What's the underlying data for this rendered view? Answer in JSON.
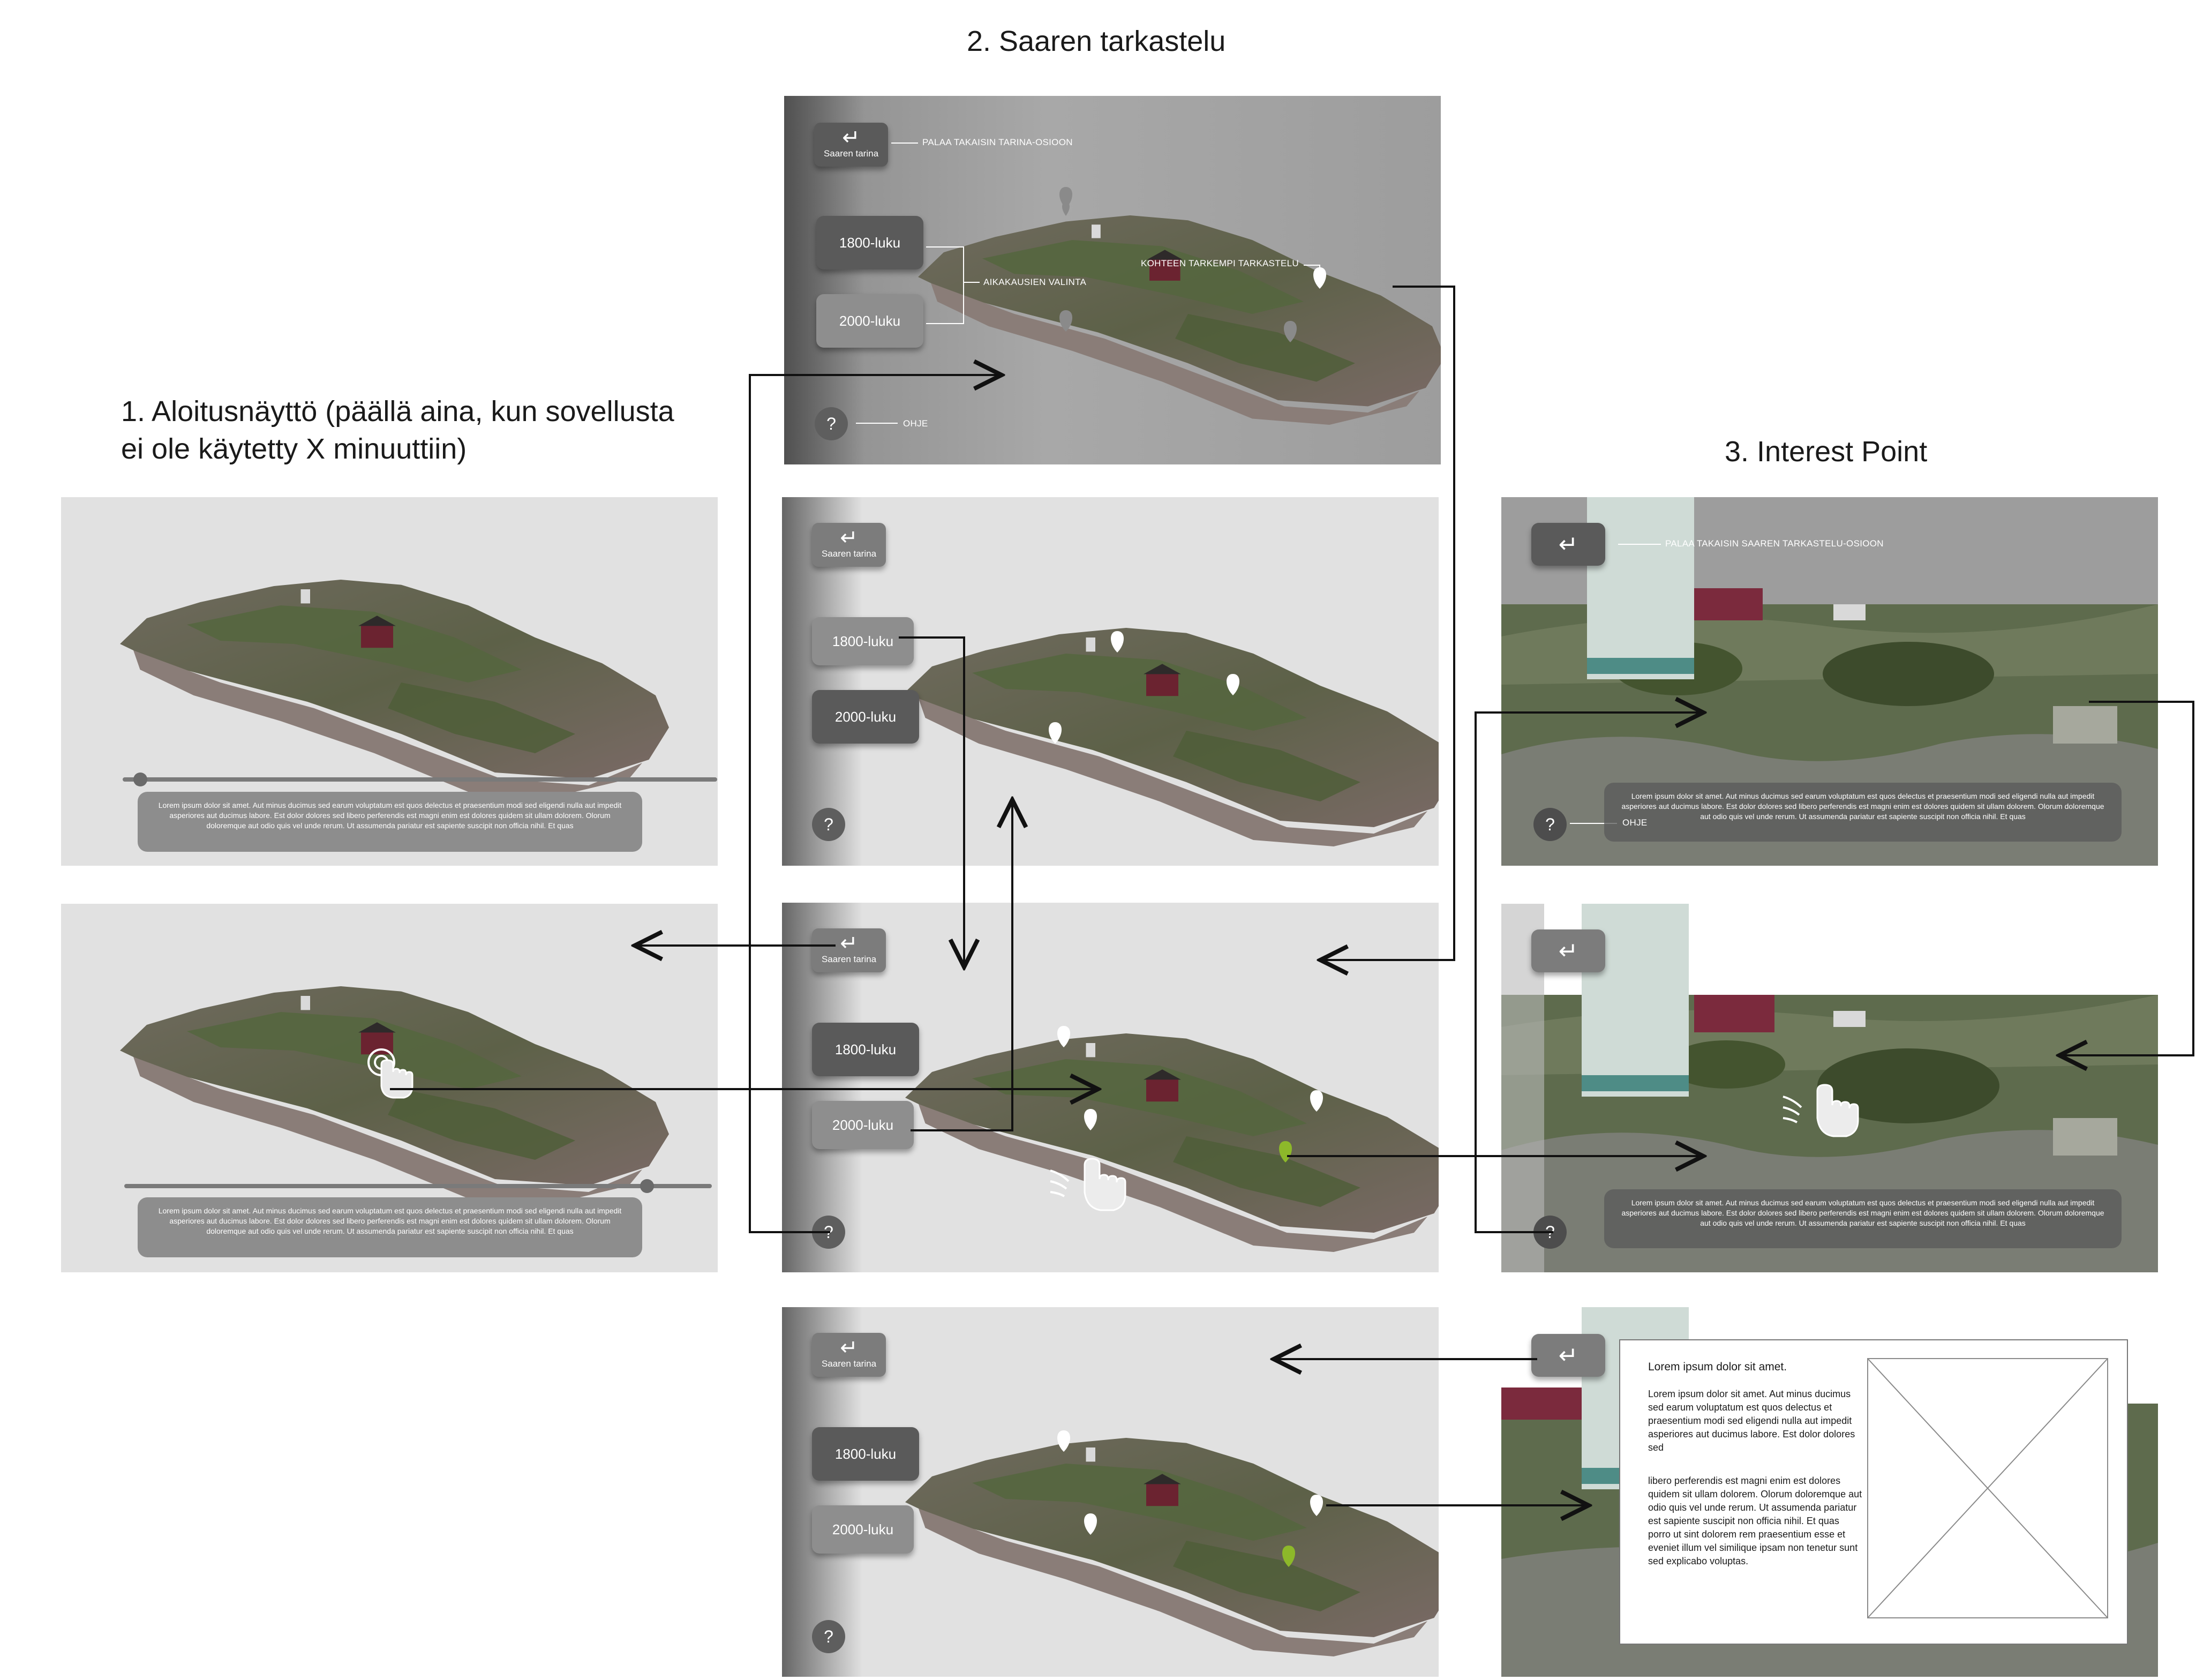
{
  "headings": {
    "section1_line1": "1. Aloitusnäyttö (päällä aina, kun sovellusta",
    "section1_line2": "ei ole käytetty X minuuttiin)",
    "section2": "2. Saaren tarkastelu",
    "section3": "3. Interest Point"
  },
  "buttons": {
    "story_label": "Saaren tarina",
    "back_arrow": "↵",
    "period_1800": "1800-luku",
    "period_2000": "2000-luku",
    "help": "?"
  },
  "annotations": {
    "back_to_story": "PALAA TAKAISIN TARINA-OSIOON",
    "period_select": "AIKAKAUSIEN VALINTA",
    "detail_view": "KOHTEEN TARKEMPI TARKASTELU",
    "help": "OHJE",
    "back_to_island": "PALAA TAKAISIN SAAREN TARKASTELU-OSIOON",
    "help_ip": "OHJE"
  },
  "lorem_short": "Lorem ipsum dolor sit amet. Aut minus ducimus sed earum voluptatum est quos delectus et praesentium modi sed eligendi nulla aut impedit asperiores aut ducimus labore. Est dolor dolores sed libero perferendis est magni enim est dolores quidem sit ullam dolorem. Olorum doloremque aut odio quis vel unde rerum. Ut assumenda pariatur est sapiente suscipit non officia nihil. Et quas",
  "info_card": {
    "title": "Lorem ipsum dolor sit amet.",
    "para1": "Lorem ipsum dolor sit amet. Aut minus ducimus sed earum voluptatum est quos delectus et praesentium modi sed eligendi nulla aut impedit asperiores aut ducimus labore. Est dolor dolores sed",
    "para2": " libero perferendis est magni enim est dolores quidem sit ullam dolorem. Olorum doloremque aut odio quis vel unde rerum. Ut assumenda pariatur est sapiente suscipit non officia nihil. Et quas porro ut sint dolorem rem praesentium esse et eveniet illum vel similique ipsam non tenetur sunt sed explicabo voluptas."
  },
  "colors": {
    "active_pin": "#8db82a",
    "pin_white": "#ffffff",
    "pin_grey": "#8a8a8a",
    "frame_bg_light": "#e1e1e1",
    "frame_bg_dark": "#9a9a9a",
    "button_dark": "#5a5a5a",
    "button_light": "#8e8e8e"
  },
  "icons": [
    "enter-arrow-icon",
    "map-pin-icon",
    "tap-hand-icon",
    "swipe-hand-icon",
    "image-placeholder-icon"
  ]
}
